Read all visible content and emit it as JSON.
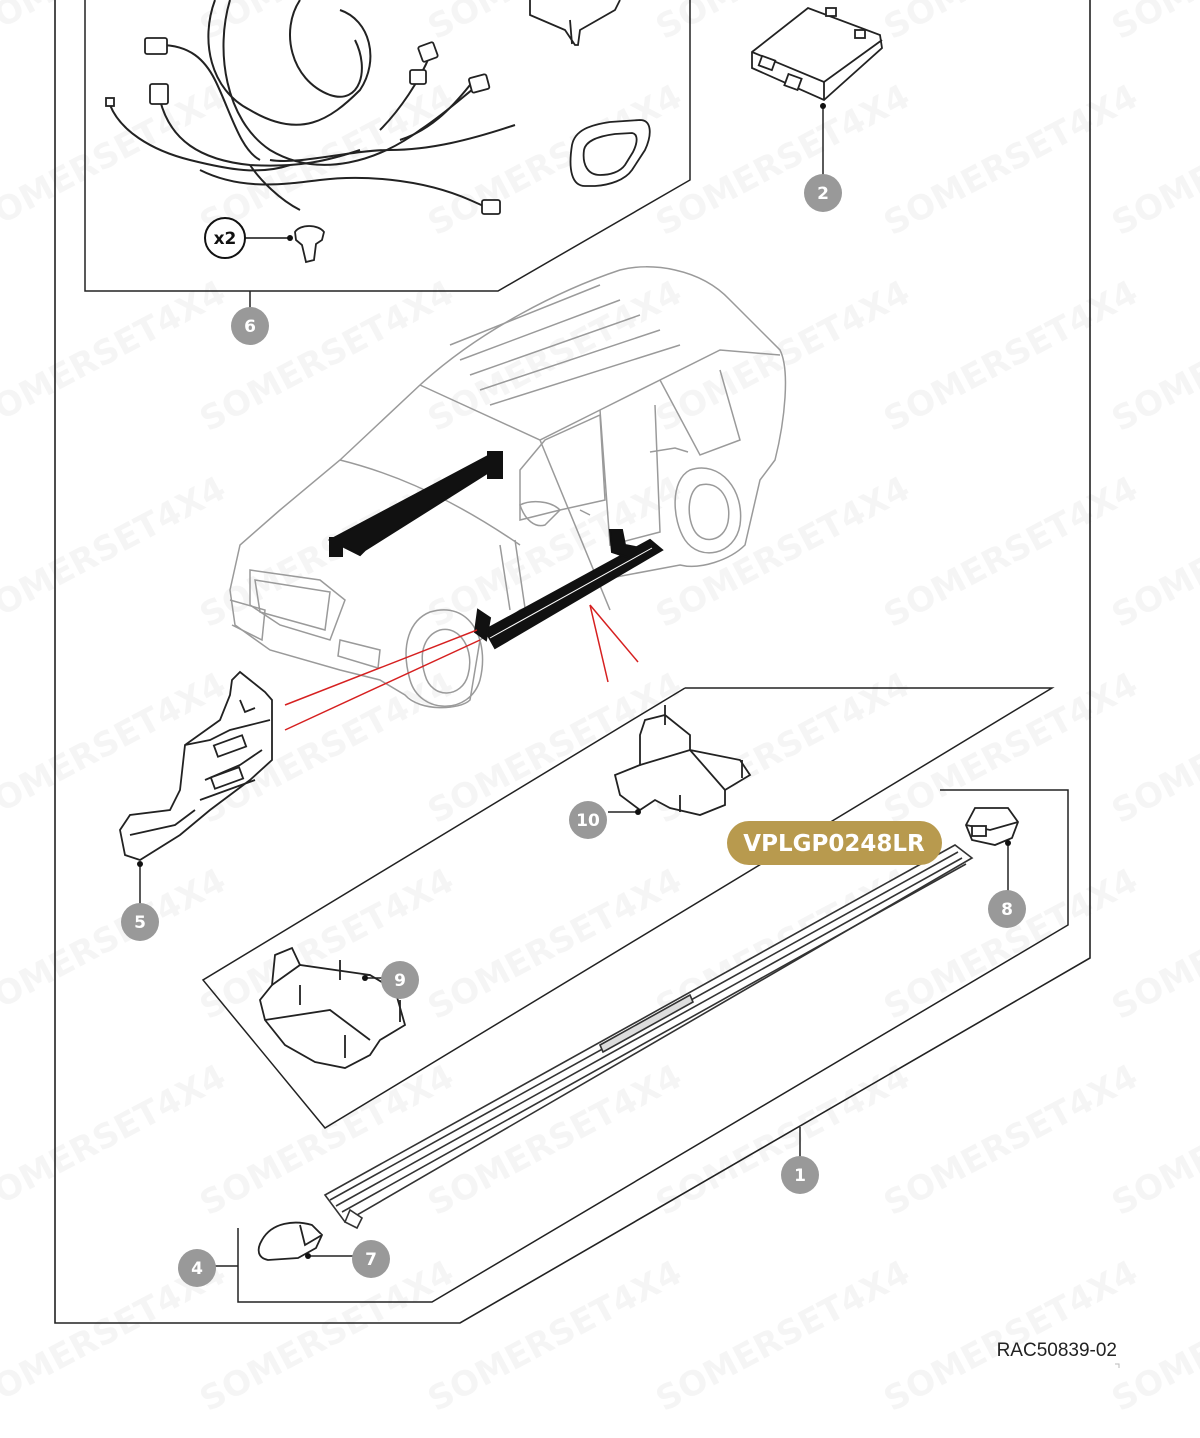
{
  "diagram": {
    "reference_code": "RAC50839-02",
    "kit_code": "VPLGP0248LR",
    "quantity_label": "x2",
    "watermark": "SOMERSET4X4",
    "callouts": [
      "1",
      "2",
      "4",
      "5",
      "6",
      "7",
      "8",
      "9",
      "10"
    ],
    "colors": {
      "callout": "#999999",
      "kit_badge": "#b89a4e",
      "leader_red": "#d62020",
      "line": "#222222"
    }
  }
}
